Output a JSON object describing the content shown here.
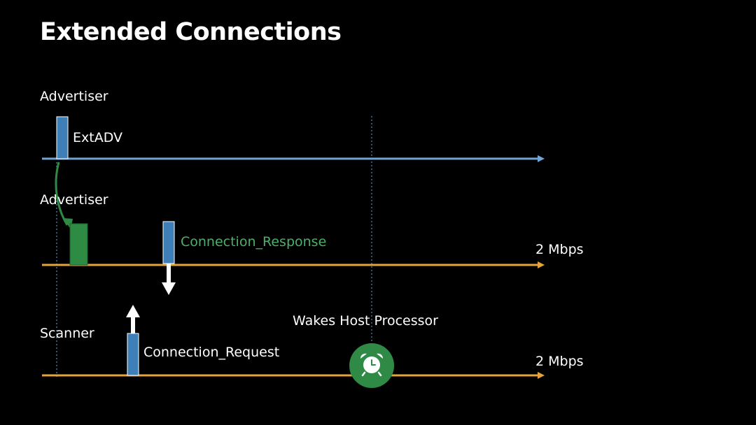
{
  "title": "Extended Connections",
  "rows": {
    "advertiser_top": {
      "label": "Advertiser",
      "packet_label": "ExtADV"
    },
    "advertiser_mid": {
      "label": "Advertiser",
      "packet_label": "Connection_Response",
      "speed": "2 Mbps"
    },
    "scanner": {
      "label": "Scanner",
      "packet_label": "Connection_Request",
      "speed": "2 Mbps"
    }
  },
  "event_label": "Wakes Host Processor",
  "icons": {
    "event": "alarm-clock-icon"
  },
  "colors": {
    "background": "#000000",
    "blue_line": "#6fa4d4",
    "orange_line": "#e6a23c",
    "packet_blue": "#3f7fb8",
    "packet_green": "#2e8b43",
    "response_text": "#4caf6a",
    "clock_green": "#2f8a45"
  }
}
